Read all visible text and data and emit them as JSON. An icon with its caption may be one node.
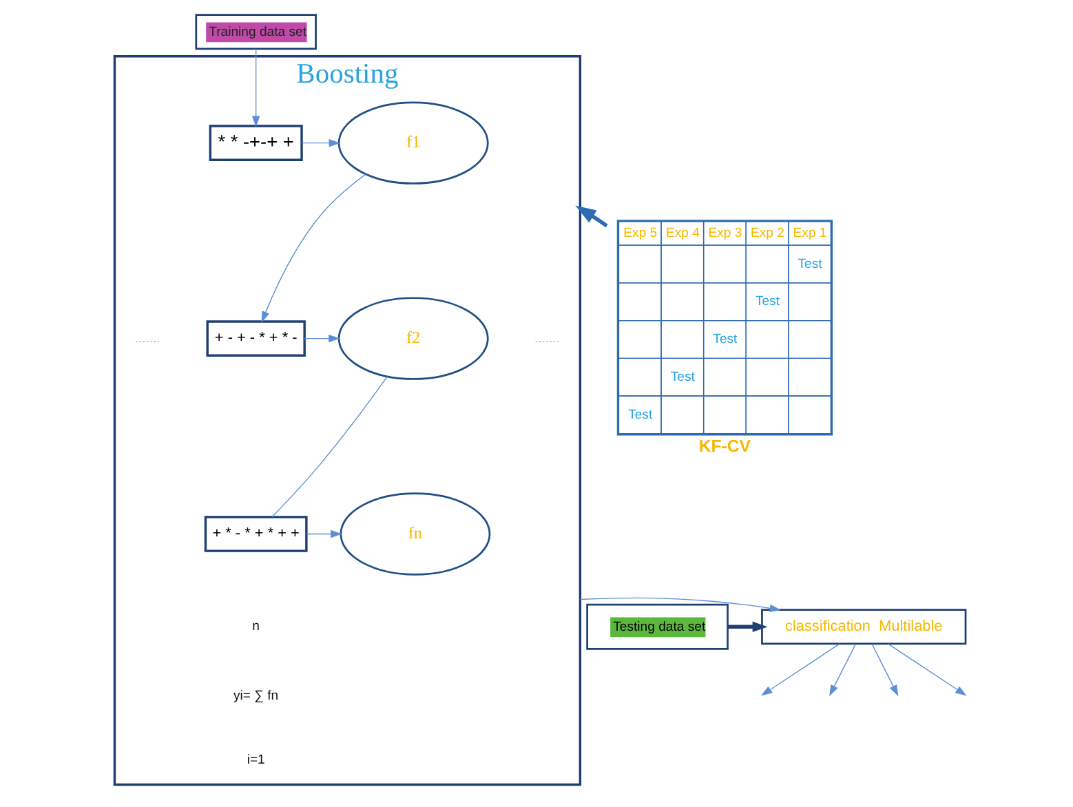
{
  "diagram": {
    "nodes": [
      {
        "text": [
          "Training data set"
        ]
      },
      {
        "text": [
          "Boosting"
        ]
      },
      {
        "text": [
          "* * -+-+ +"
        ],
        "in": 1
      },
      {
        "text": [
          "+ - + - * + * -"
        ],
        "in": 1
      },
      {
        "text": [
          "+ * - * + * + +"
        ],
        "in": 1
      },
      {
        "text": [
          "f1"
        ],
        "in": 1
      },
      {
        "text": [
          "f2"
        ],
        "in": 1
      },
      {
        "text": [
          "fn"
        ],
        "in": 1
      },
      {
        "text": [
          "Exp 5",
          "Exp 4",
          "Exp 3",
          "Exp 2",
          "Exp 1",
          "Test",
          "Test",
          "Test",
          "Test",
          "Test"
        ],
        "beside": [
          "KF-CV"
        ]
      },
      {
        "text": [
          "classification  Multilable"
        ]
      },
      {
        "text": [
          "Testing data set"
        ]
      }
    ],
    "edges": [
      {
        "from": 0,
        "to": 2,
        "arrow": "to"
      },
      {
        "from": 2,
        "to": 5,
        "arrow": "to"
      },
      {
        "from": 5,
        "to": 3,
        "arrow": "to"
      },
      {
        "from": 3,
        "to": 6,
        "arrow": "to"
      },
      {
        "from": 4,
        "to": 6,
        "arrow": "none"
      },
      {
        "from": 4,
        "to": 7,
        "arrow": "to"
      },
      {
        "from": 8,
        "to": 1,
        "arrow": "to",
        "style": "thick",
        "color": "#2e6bb3"
      },
      {
        "from": 1,
        "to": 9,
        "arrow": "to"
      },
      {
        "from": 10,
        "to": 9,
        "arrow": "to",
        "style": "thick",
        "color": "#1f3f73"
      },
      {
        "from": 9,
        "to": null,
        "arrow": "to"
      },
      {
        "from": 9,
        "to": null,
        "arrow": "to"
      },
      {
        "from": 9,
        "to": null,
        "arrow": "to"
      },
      {
        "from": 9,
        "to": null,
        "arrow": "to"
      }
    ],
    "labels": [
      "n",
      "yi= ∑ fn",
      "i=1",
      ".......",
      "......."
    ]
  }
}
